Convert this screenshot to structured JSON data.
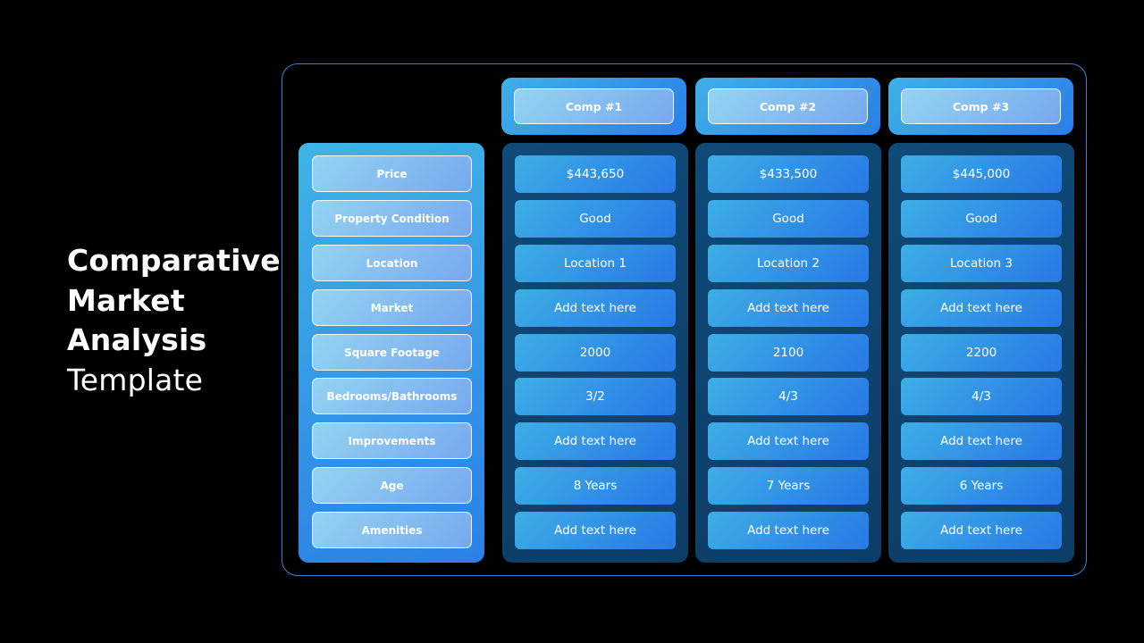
{
  "title": {
    "line1": "Comparative",
    "line2": "Market",
    "line3": "Analysis",
    "line4": "Template"
  },
  "columns": [
    "Comp #1",
    "Comp #2",
    "Comp #3"
  ],
  "rows": [
    {
      "label": "Price",
      "values": [
        "$443,650",
        "$433,500",
        "$445,000"
      ]
    },
    {
      "label": "Property Condition",
      "values": [
        "Good",
        "Good",
        "Good"
      ]
    },
    {
      "label": "Location",
      "values": [
        "Location 1",
        "Location 2",
        "Location 3"
      ]
    },
    {
      "label": "Market",
      "values": [
        "Add text here",
        "Add text here",
        "Add text here"
      ]
    },
    {
      "label": "Square Footage",
      "values": [
        "2000",
        "2100",
        "2200"
      ]
    },
    {
      "label": "Bedrooms/Bathrooms",
      "values": [
        "3/2",
        "4/3",
        "4/3"
      ]
    },
    {
      "label": "Improvements",
      "values": [
        "Add text here",
        "Add text here",
        "Add text here"
      ]
    },
    {
      "label": "Age",
      "values": [
        "8 Years",
        "7 Years",
        "6 Years"
      ]
    },
    {
      "label": "Amenities",
      "values": [
        "Add text here",
        "Add text here",
        "Add text here"
      ]
    }
  ],
  "colors": {
    "background": "#000000",
    "frame_border": "#2f86d9",
    "accent_light": "#3fb3e6",
    "accent_blue": "#2b80e6",
    "comp_panel": "#0f4a78"
  }
}
